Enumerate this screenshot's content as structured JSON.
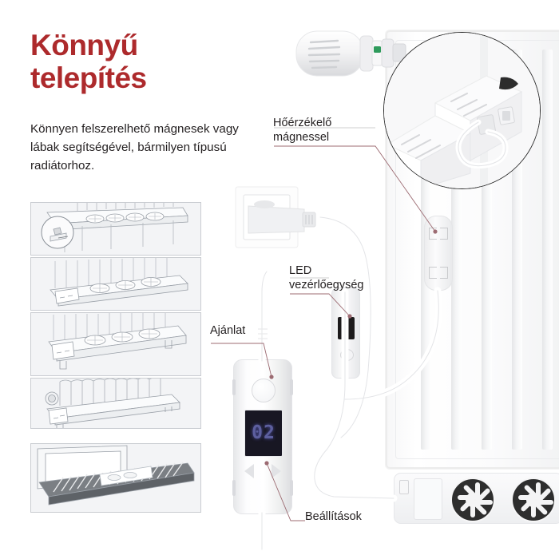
{
  "heading": {
    "line1": "Könnyű",
    "line2": "telepítés",
    "color": "#ad2a2c"
  },
  "body": {
    "text": "Könnyen felszerelhető mágnesek vagy lábak segítségével, bármilyen típusú radiátorhoz.",
    "color": "#231f20"
  },
  "thumbnails": [
    {
      "caption": "radiator-fan-unit-with-magnet-detail"
    },
    {
      "caption": "radiator-fan-unit-top-view"
    },
    {
      "caption": "radiator-fan-unit-mounted-under-panel"
    },
    {
      "caption": "column-radiator-with-fan-unit-feet"
    },
    {
      "caption": "floor-convector-grille-with-fan-unit"
    }
  ],
  "callouts": [
    {
      "id": "sensor",
      "text": "Hőérzékelő\nmágnessel"
    },
    {
      "id": "led",
      "text": "LED\nvezérlőegység"
    },
    {
      "id": "ajanlat",
      "text": "Ajánlat"
    },
    {
      "id": "beallitasok",
      "text": "Beállítások"
    }
  ],
  "controller": {
    "display_value": "02",
    "display_color": "#5d5f9e",
    "display_background": "#181723",
    "left_arrow": "◀",
    "right_arrow": "▶"
  },
  "scene": {
    "radiator_label": "panel-radiator",
    "valve_label": "thermostatic-valve-head",
    "socket_label": "wall-socket-with-plug",
    "inset_label": "magnified-thermal-sensor-detail",
    "fan_unit_label": "radiator-fan-unit",
    "led_unit_label": "inline-led-control-unit"
  },
  "colors": {
    "accent_red": "#ad2a2c",
    "text_dark": "#231f20",
    "leader_line": "#9c6b72",
    "thumb_border": "#c9ccd1",
    "thumb_bg": "#f3f4f6"
  }
}
